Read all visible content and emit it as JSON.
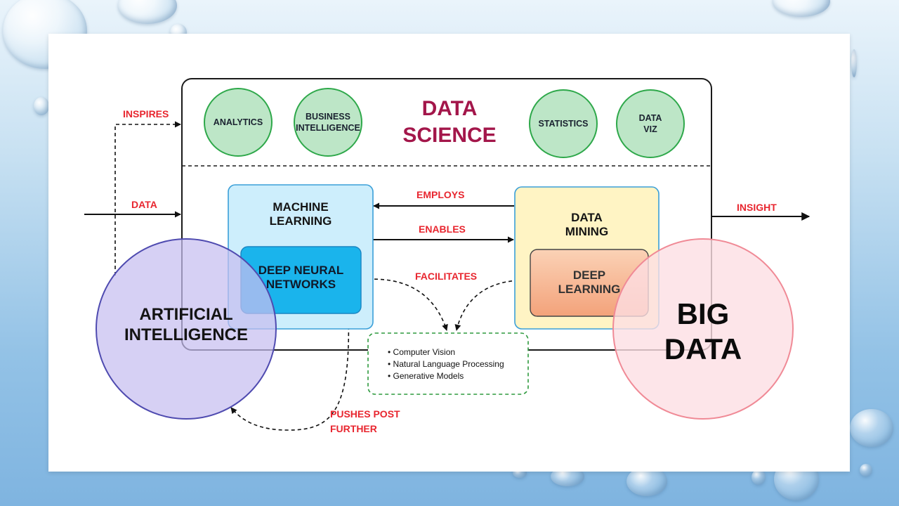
{
  "diagram": {
    "data_science": {
      "title_line1": "DATA",
      "title_line2": "SCIENCE",
      "circles": [
        {
          "id": "analytics",
          "line1": "ANALYTICS",
          "line2": ""
        },
        {
          "id": "business-intelligence",
          "line1": "BUSINESS",
          "line2": "INTELLIGENCE"
        },
        {
          "id": "statistics",
          "line1": "STATISTICS",
          "line2": ""
        },
        {
          "id": "data-viz",
          "line1": "DATA",
          "line2": "VIZ"
        }
      ]
    },
    "machine_learning": {
      "line1": "MACHINE",
      "line2": "LEARNING"
    },
    "deep_neural_networks": {
      "line1": "DEEP NEURAL",
      "line2": "NETWORKS"
    },
    "data_mining": {
      "line1": "DATA",
      "line2": "MINING"
    },
    "deep_learning": {
      "line1": "DEEP",
      "line2": "LEARNING"
    },
    "artificial_intelligence": {
      "line1": "ARTIFICIAL",
      "line2": "INTELLIGENCE"
    },
    "big_data": {
      "line1": "BIG",
      "line2": "DATA"
    },
    "applications": [
      "Computer Vision",
      "Natural Language Processing",
      "Generative Models"
    ],
    "arrow_labels": {
      "inspires": "INSPIRES",
      "data": "DATA",
      "employs": "EMPLOYS",
      "enables": "ENABLES",
      "facilitates": "FACILITATES",
      "insight": "INSIGHT",
      "pushes_line1": "PUSHES POST",
      "pushes_line2": "FURTHER"
    }
  },
  "colors": {
    "accent_red": "#e8262f",
    "title_maroon": "#a3164a",
    "green_fill": "#bde6c7",
    "green_stroke": "#2ea84a",
    "ml_fill": "#cdeefc",
    "dnn_fill": "#1ab4ec",
    "dm_fill": "#fff4c4",
    "ai_fill": "#d9d4f4",
    "ai_stroke": "#4f4bb0",
    "big_data_fill": "#fde4e8",
    "big_data_stroke": "#f08a96"
  }
}
